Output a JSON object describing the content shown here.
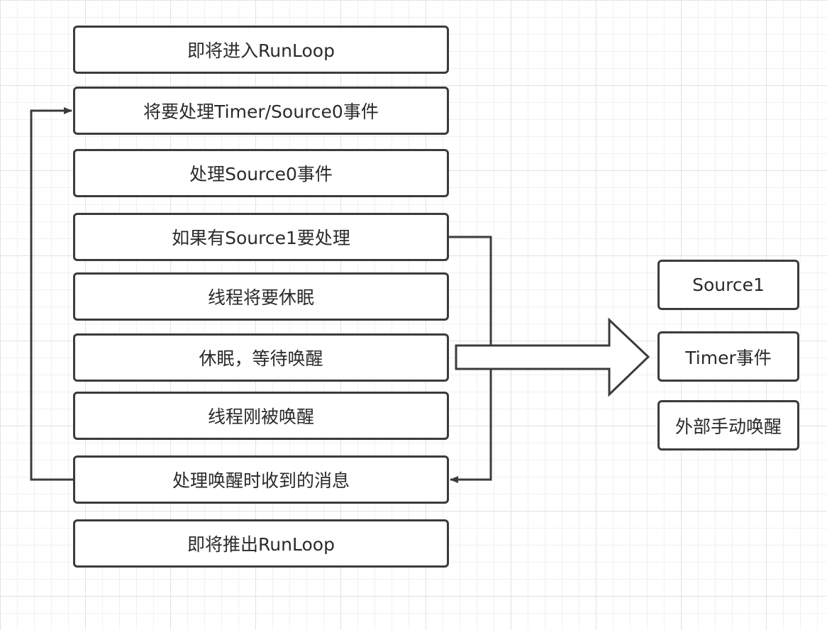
{
  "flow": {
    "steps": [
      {
        "label": "即将进入RunLoop"
      },
      {
        "label": "将要处理Timer/Source0事件"
      },
      {
        "label": "处理Source0事件"
      },
      {
        "label": "如果有Source1要处理"
      },
      {
        "label": "线程将要休眠"
      },
      {
        "label": "休眠，等待唤醒"
      },
      {
        "label": "线程刚被唤醒"
      },
      {
        "label": "处理唤醒时收到的消息"
      },
      {
        "label": "即将推出RunLoop"
      }
    ]
  },
  "wake_sources": {
    "items": [
      {
        "label": "Source1"
      },
      {
        "label": "Timer事件"
      },
      {
        "label": "外部手动唤醒"
      }
    ]
  },
  "colors": {
    "stroke": "#3b3b3b",
    "box_fill": "#ffffff",
    "text": "#2a2a2a",
    "grid_major": "#e2e2e2",
    "grid_minor": "#f1f1f1"
  }
}
